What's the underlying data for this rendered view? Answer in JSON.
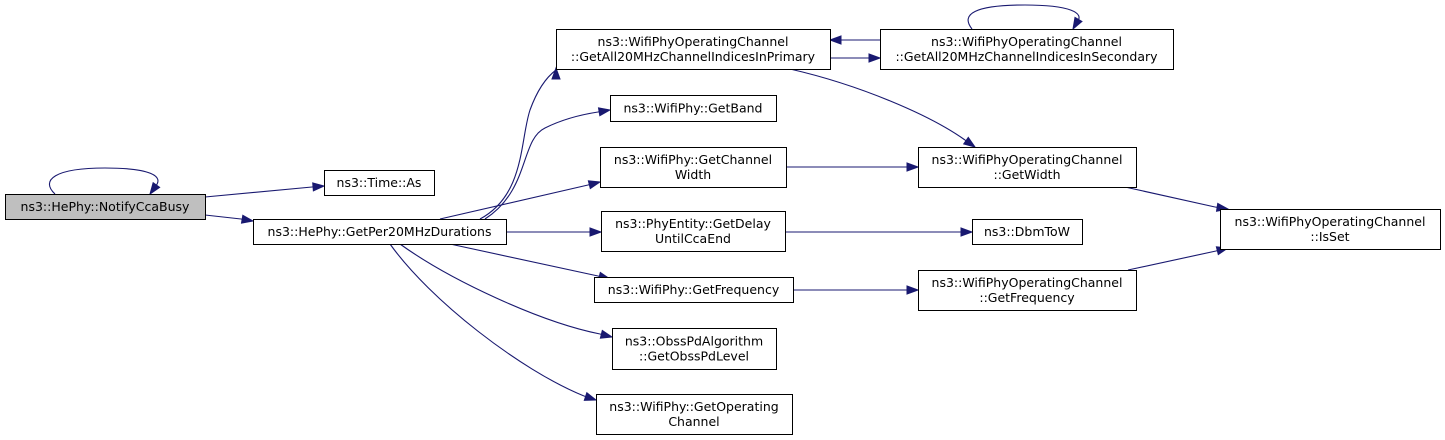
{
  "colors": {
    "edge": "#191970",
    "node_border": "#000000",
    "root_fill": "#bfbfbf",
    "node_fill": "#ffffff"
  },
  "nodes": {
    "notify_cca_busy": [
      "ns3::HePhy::NotifyCcaBusy"
    ],
    "time_as": [
      "ns3::Time::As"
    ],
    "get_per20": [
      "ns3::HePhy::GetPer20MHzDurations"
    ],
    "primary_indices": [
      "ns3::WifiPhyOperatingChannel",
      "::GetAll20MHzChannelIndicesInPrimary"
    ],
    "secondary_indices": [
      "ns3::WifiPhyOperatingChannel",
      "::GetAll20MHzChannelIndicesInSecondary"
    ],
    "get_band": [
      "ns3::WifiPhy::GetBand"
    ],
    "get_channel_width": [
      "ns3::WifiPhy::GetChannel",
      "Width"
    ],
    "op_get_width": [
      "ns3::WifiPhyOperatingChannel",
      "::GetWidth"
    ],
    "get_delay": [
      "ns3::PhyEntity::GetDelay",
      "UntilCcaEnd"
    ],
    "dbm_to_w": [
      "ns3::DbmToW"
    ],
    "is_set": [
      "ns3::WifiPhyOperatingChannel",
      "::IsSet"
    ],
    "get_frequency": [
      "ns3::WifiPhy::GetFrequency"
    ],
    "op_get_frequency": [
      "ns3::WifiPhyOperatingChannel",
      "::GetFrequency"
    ],
    "obss_pd": [
      "ns3::ObssPdAlgorithm",
      "::GetObssPdLevel"
    ],
    "get_operating_channel": [
      "ns3::WifiPhy::GetOperating",
      "Channel"
    ]
  },
  "edges": [
    [
      "notify_cca_busy",
      "notify_cca_busy"
    ],
    [
      "notify_cca_busy",
      "time_as"
    ],
    [
      "notify_cca_busy",
      "get_per20"
    ],
    [
      "get_per20",
      "primary_indices"
    ],
    [
      "get_per20",
      "get_band"
    ],
    [
      "get_per20",
      "get_channel_width"
    ],
    [
      "get_per20",
      "get_delay"
    ],
    [
      "get_per20",
      "get_frequency"
    ],
    [
      "get_per20",
      "obss_pd"
    ],
    [
      "get_per20",
      "get_operating_channel"
    ],
    [
      "primary_indices",
      "secondary_indices"
    ],
    [
      "secondary_indices",
      "primary_indices"
    ],
    [
      "secondary_indices",
      "secondary_indices"
    ],
    [
      "primary_indices",
      "op_get_width"
    ],
    [
      "get_channel_width",
      "op_get_width"
    ],
    [
      "op_get_width",
      "is_set"
    ],
    [
      "get_delay",
      "dbm_to_w"
    ],
    [
      "get_frequency",
      "op_get_frequency"
    ],
    [
      "op_get_frequency",
      "is_set"
    ]
  ]
}
